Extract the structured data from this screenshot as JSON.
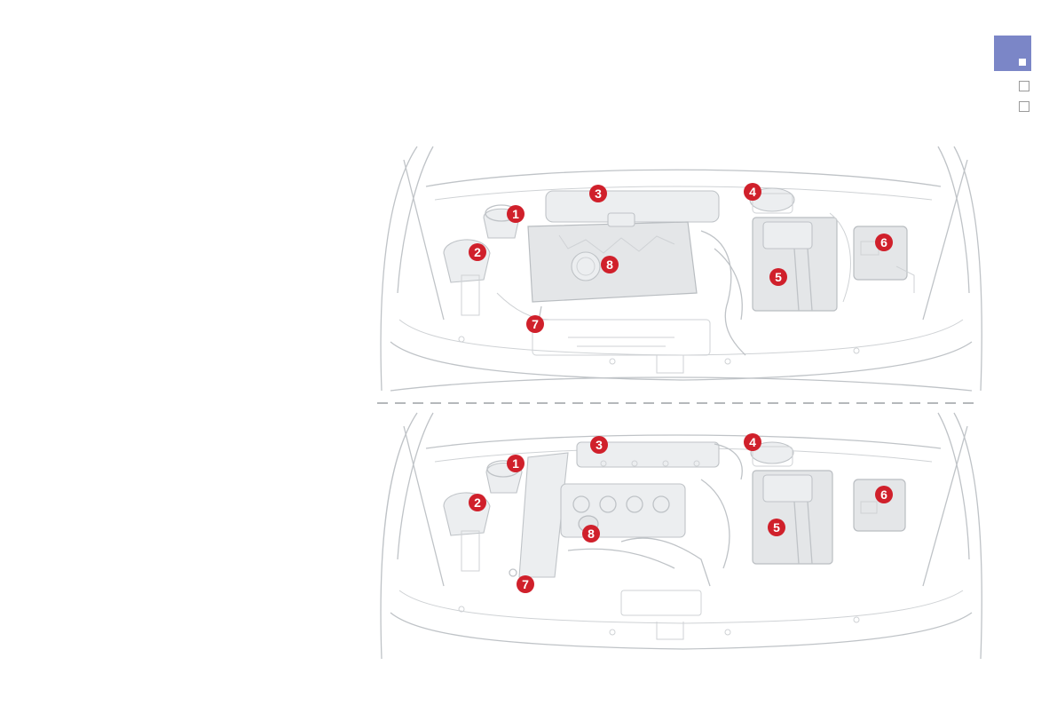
{
  "nav": {
    "active_color": "#7b86c7",
    "tabs": [
      {
        "state": "active"
      },
      {
        "state": "inactive"
      },
      {
        "state": "inactive"
      }
    ]
  },
  "diagrams": {
    "top": {
      "labels": [
        "1",
        "2",
        "3",
        "4",
        "5",
        "6",
        "7",
        "8"
      ]
    },
    "bottom": {
      "labels": [
        "1",
        "2",
        "3",
        "4",
        "5",
        "6",
        "7",
        "8"
      ]
    },
    "badge_color": "#d0202b"
  }
}
